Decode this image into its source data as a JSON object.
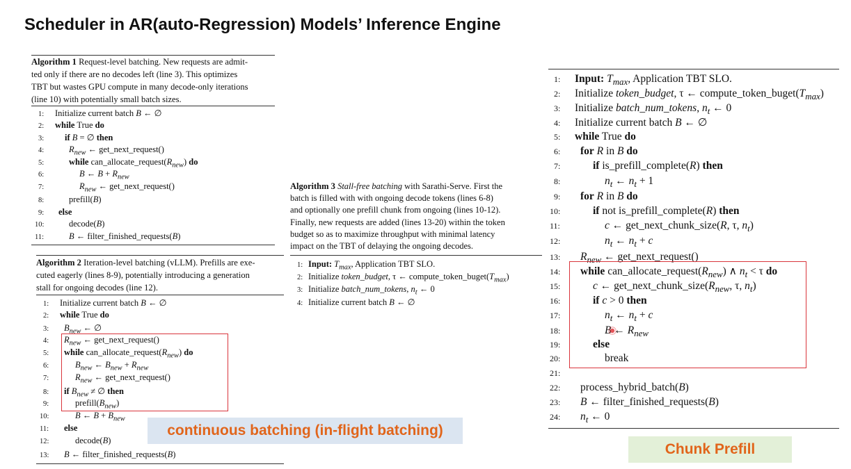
{
  "slide_title": "Scheduler in AR(auto-Regression) Models’ Inference Engine",
  "algo1": {
    "caption_label": "Algorithm 1",
    "caption_lines": [
      "Request-level batching. New requests are admit-",
      "ted only if there are no decodes left (line 3). This optimizes",
      "TBT but wastes GPU compute in many decode-only iterations",
      "(line 10) with potentially small batch sizes."
    ],
    "lines": [
      {
        "n": "1:",
        "indent": 0,
        "text": "Initialize current batch B ← ∅"
      },
      {
        "n": "2:",
        "indent": 0,
        "text": "while True do"
      },
      {
        "n": "3:",
        "indent": 1,
        "text": "if B = ∅ then"
      },
      {
        "n": "4:",
        "indent": 2,
        "text": "Rnew ← get_next_request()"
      },
      {
        "n": "5:",
        "indent": 2,
        "text": "while can_allocate_request(Rnew) do"
      },
      {
        "n": "6:",
        "indent": 3,
        "text": "B ← B + Rnew"
      },
      {
        "n": "7:",
        "indent": 3,
        "text": "Rnew ← get_next_request()"
      },
      {
        "n": "8:",
        "indent": 2,
        "text": "prefill(B)"
      },
      {
        "n": "9:",
        "indent": 1,
        "text": "else"
      },
      {
        "n": "10:",
        "indent": 2,
        "text": "decode(B)"
      },
      {
        "n": "11:",
        "indent": 2,
        "text": "B ← filter_finished_requests(B)"
      }
    ]
  },
  "algo2": {
    "caption_label": "Algorithm 2",
    "caption_lines": [
      "Iteration-level batching (vLLM). Prefills are exe-",
      "cuted eagerly (lines 8-9), potentially introducing a generation",
      "stall for ongoing decodes (line 12)."
    ],
    "lines": [
      {
        "n": "1:",
        "indent": 0,
        "text": "Initialize current batch B ← ∅"
      },
      {
        "n": "2:",
        "indent": 0,
        "text": "while True do"
      },
      {
        "n": "3:",
        "indent": 1,
        "text": "Bnew ← ∅"
      },
      {
        "n": "4:",
        "indent": 1,
        "text": "Rnew ← get_next_request()"
      },
      {
        "n": "5:",
        "indent": 1,
        "text": "while can_allocate_request(Rnew) do"
      },
      {
        "n": "6:",
        "indent": 2,
        "text": "Bnew ← Bnew + Rnew"
      },
      {
        "n": "7:",
        "indent": 2,
        "text": "Rnew ← get_next_request()"
      },
      {
        "n": "8:",
        "indent": 1,
        "text": "if Bnew ≠ ∅ then"
      },
      {
        "n": "9:",
        "indent": 2,
        "text": "prefill(Bnew)"
      },
      {
        "n": "10:",
        "indent": 2,
        "text": "B ← B + Bnew"
      },
      {
        "n": "11:",
        "indent": 1,
        "text": "else"
      },
      {
        "n": "12:",
        "indent": 2,
        "text": "decode(B)"
      },
      {
        "n": "13:",
        "indent": 1,
        "text": "B ← filter_finished_requests(B)"
      }
    ]
  },
  "algo3": {
    "caption_label": "Algorithm 3",
    "caption_italic": "Stall-free batching",
    "caption_lines": [
      "with Sarathi-Serve. First the",
      "batch is filled with with ongoing decode tokens (lines 6-8)",
      "and optionally one prefill chunk from ongoing (lines 10-12).",
      "Finally, new requests are added (lines 13-20) within the token",
      "budget so as to maximize throughput with minimal latency",
      "impact on the TBT of delaying the ongoing decodes."
    ],
    "lines": [
      {
        "n": "1:",
        "text": "Input: Tmax, Application TBT SLO."
      },
      {
        "n": "2:",
        "text": "Initialize token_budget, τ ← compute_token_buget(Tmax)"
      },
      {
        "n": "3:",
        "text": "Initialize batch_num_tokens, nt ← 0"
      },
      {
        "n": "4:",
        "text": "Initialize current batch B ← ∅"
      }
    ]
  },
  "algo3_full": {
    "lines": [
      {
        "n": "1:",
        "indent": 0,
        "text": "Input: Tmax, Application TBT SLO."
      },
      {
        "n": "2:",
        "indent": 0,
        "text": "Initialize token_budget, τ ← compute_token_buget(Tmax)"
      },
      {
        "n": "3:",
        "indent": 0,
        "text": "Initialize batch_num_tokens, nt ← 0"
      },
      {
        "n": "4:",
        "indent": 0,
        "text": "Initialize current batch B ← ∅"
      },
      {
        "n": "5:",
        "indent": 0,
        "text": "while True do"
      },
      {
        "n": "6:",
        "indent": 1,
        "text": "for R in B do"
      },
      {
        "n": "7:",
        "indent": 2,
        "text": "if is_prefill_complete(R) then"
      },
      {
        "n": "8:",
        "indent": 3,
        "text": "nt ← nt + 1"
      },
      {
        "n": "9:",
        "indent": 1,
        "text": "for R in B do"
      },
      {
        "n": "10:",
        "indent": 2,
        "text": "if not is_prefill_complete(R) then"
      },
      {
        "n": "11:",
        "indent": 3,
        "text": "c ← get_next_chunk_size(R, τ, nt)"
      },
      {
        "n": "12:",
        "indent": 3,
        "text": "nt ← nt + c"
      },
      {
        "n": "13:",
        "indent": 1,
        "text": "Rnew ← get_next_request()"
      },
      {
        "n": "14:",
        "indent": 1,
        "text": "while can_allocate_request(Rnew) ∧ nt < τ do"
      },
      {
        "n": "15:",
        "indent": 2,
        "text": "c ← get_next_chunk_size(Rnew, τ, nt)"
      },
      {
        "n": "16:",
        "indent": 2,
        "text": "if c > 0 then"
      },
      {
        "n": "17:",
        "indent": 3,
        "text": "nt ← nt + c"
      },
      {
        "n": "18:",
        "indent": 3,
        "text": "B ← Rnew"
      },
      {
        "n": "19:",
        "indent": 2,
        "text": "else"
      },
      {
        "n": "20:",
        "indent": 3,
        "text": "break"
      },
      {
        "n": "21:",
        "indent": 0,
        "text": ""
      },
      {
        "n": "22:",
        "indent": 1,
        "text": "process_hybrid_batch(B)"
      },
      {
        "n": "23:",
        "indent": 1,
        "text": "B ← filter_finished_requests(B)"
      },
      {
        "n": "24:",
        "indent": 1,
        "text": "nt ← 0"
      }
    ]
  },
  "labels": {
    "continuous": "continuous batching (in-flight batching)",
    "chunk": "Chunk Prefill"
  },
  "colors": {
    "highlight_box": "#d9343b",
    "label_text": "#e1651b",
    "label1_bg": "#dbe5f1",
    "label2_bg": "#e3f0d8"
  }
}
